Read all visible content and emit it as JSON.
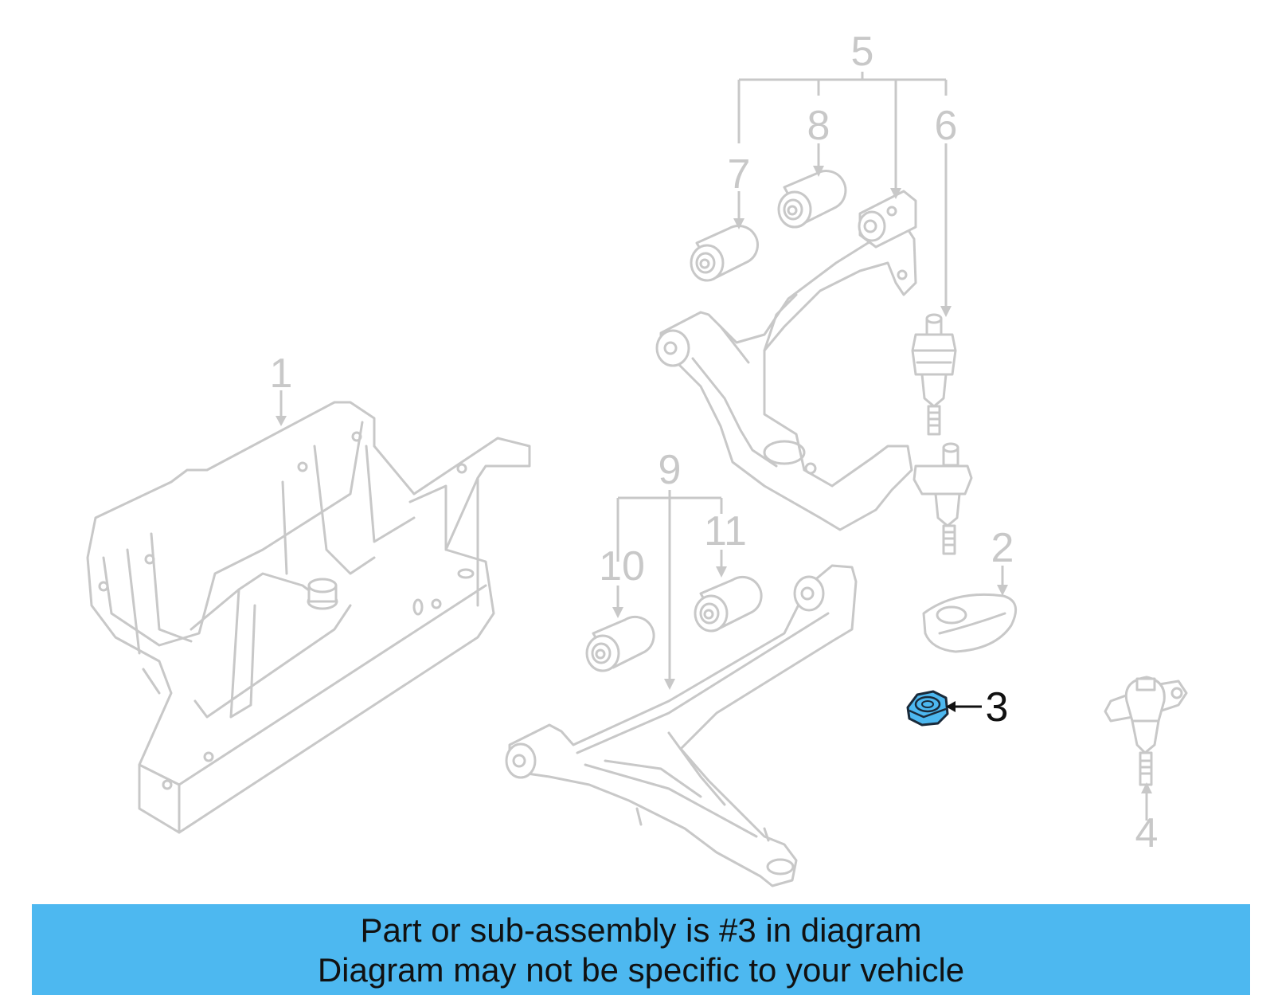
{
  "callouts": {
    "c1": "1",
    "c2": "2",
    "c3": "3",
    "c4": "4",
    "c5": "5",
    "c6": "6",
    "c7": "7",
    "c8": "8",
    "c9": "9",
    "c10": "10",
    "c11": "11"
  },
  "highlight": {
    "part": "3",
    "color": "#4db8f0"
  },
  "banner": {
    "line1": "Part or sub-assembly is #3 in diagram",
    "line2": "Diagram may not be specific to your vehicle",
    "background": "#4db8f0"
  }
}
